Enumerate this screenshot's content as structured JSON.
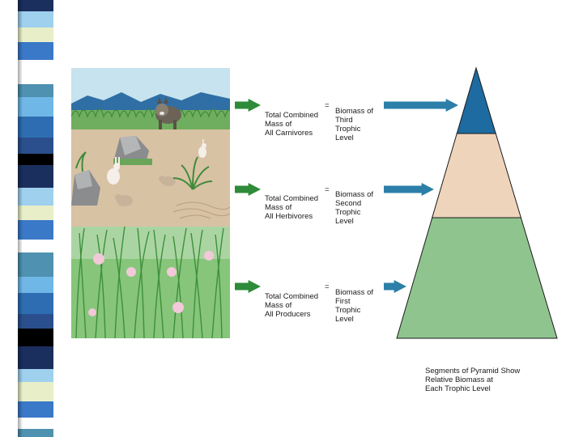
{
  "rows": [
    {
      "mass_lines": [
        "Total Combined",
        "Mass of",
        "All Carnivores"
      ],
      "equals": "=",
      "biomass_lines": [
        "Biomass of",
        "Third",
        "Trophic",
        "Level"
      ]
    },
    {
      "mass_lines": [
        "Total Combined",
        "Mass of",
        "All Herbivores"
      ],
      "equals": "=",
      "biomass_lines": [
        "Biomass of",
        "Second",
        "Trophic",
        "Level"
      ]
    },
    {
      "mass_lines": [
        "Total Combined",
        "Mass of",
        "All Producers"
      ],
      "equals": "=",
      "biomass_lines": [
        "Biomass of",
        "First",
        "Trophic",
        "Level"
      ]
    }
  ],
  "caption_lines": [
    "Segments of Pyramid Show",
    "Relative Biomass at",
    "Each Trophic Level"
  ],
  "colors": {
    "level_third": "#1d6ba0",
    "level_second": "#efd4bc",
    "level_first": "#8fc48f",
    "arrow_green": "#2e8b3a",
    "arrow_blue": "#2b7fa8",
    "scene_sky": "#bfe0ee",
    "scene_ground": "#d9c3a6",
    "scene_grass": "#7fbf6a"
  },
  "icons": [
    "wolf-icon",
    "rabbit-icon",
    "rock-icon",
    "flower-icon",
    "grass-icon"
  ]
}
